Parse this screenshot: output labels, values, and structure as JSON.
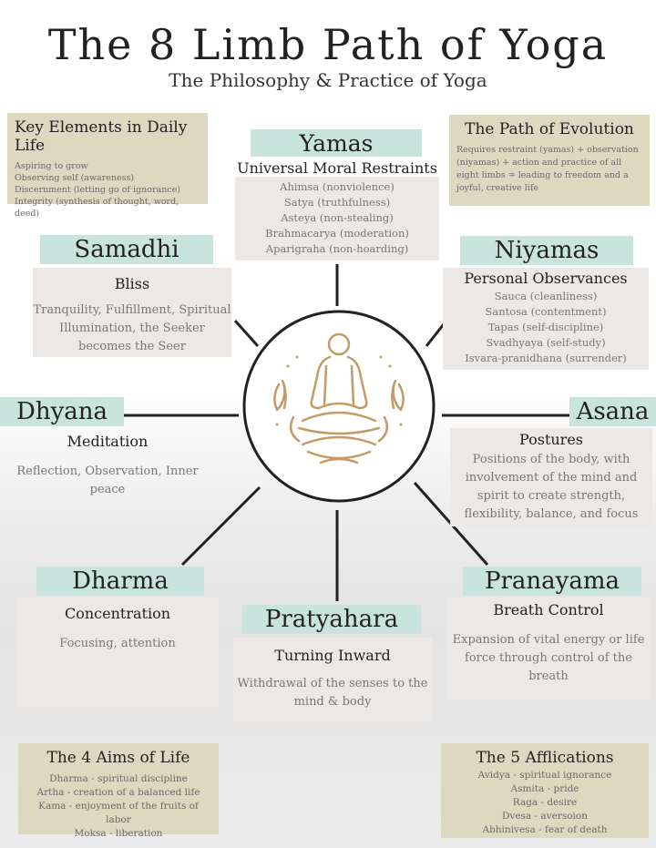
{
  "header": {
    "title": "The 8 Limb Path of Yoga",
    "subtitle": "The Philosophy & Practice of Yoga"
  },
  "key_elements": {
    "title": "Key Elements in Daily Life",
    "lines": [
      "Aspiring to grow",
      "Observing self (awareness)",
      "Discernment (letting go of ignorance)",
      "Integrity (synthesis of thought, word, deed)"
    ]
  },
  "path_of_evolution": {
    "title": "The Path of Evolution",
    "text": "Requires restraint (yamas) + observation (niyamas) + action and practice of all eight limbs = leading to freedom and a joyful, creative life"
  },
  "limbs": {
    "yamas": {
      "name": "Yamas",
      "subtitle": "Universal Moral Restraints",
      "items": [
        "Ahimsa (nonviolence)",
        "Satya (truthfulness)",
        "Asteya (non-stealing)",
        "Brahmacarya (moderation)",
        "Aparigraha (non-hoarding)"
      ]
    },
    "niyamas": {
      "name": "Niyamas",
      "subtitle": "Personal Observances",
      "items": [
        "Sauca (cleanliness)",
        "Santosa (contentment)",
        "Tapas (self-discipline)",
        "Svadhyaya (self-study)",
        "Isvara-pranidhana (surrender)"
      ]
    },
    "samadhi": {
      "name": "Samadhi",
      "subtitle": "Bliss",
      "description": "Tranquility, Fulfillment, Spiritual Illumination, the Seeker becomes the Seer"
    },
    "dhyana": {
      "name": "Dhyana",
      "subtitle": "Meditation",
      "description": "Reflection, Observation, Inner peace"
    },
    "asana": {
      "name": "Asana",
      "subtitle": "Postures",
      "description": "Positions of the body, with involvement of the mind and spirit to create strength, flexibility, balance, and focus"
    },
    "dharma": {
      "name": "Dharma",
      "subtitle": "Concentration",
      "description": "Focusing, attention"
    },
    "pratyahara": {
      "name": "Pratyahara",
      "subtitle": "Turning Inward",
      "description": "Withdrawal of the senses to the mind & body"
    },
    "pranayama": {
      "name": "Pranayama",
      "subtitle": "Breath Control",
      "description": "Expansion of vital energy or life force through control of the breath"
    }
  },
  "aims_of_life": {
    "title": "The 4 Aims of Life",
    "lines": [
      "Dharma - spiritual discipline",
      "Artha - creation of a balanced life",
      "Kama - enjoyment of the fruits of labor",
      "Moksa - liberation"
    ]
  },
  "afflications": {
    "title": "The 5 Afflications",
    "lines": [
      "Avidya - spiritual ignorance",
      "Asmita - pride",
      "Raga - desire",
      "Dvesa - aversoion",
      "Abhinivesa - fear of death"
    ]
  },
  "center_icon": "meditating-figure-icon",
  "colors": {
    "banner": "#c8e4dc",
    "tan_box": "#ddd8bf",
    "grey_box": "#ebe8e6",
    "icon_gold": "#c49a67"
  }
}
